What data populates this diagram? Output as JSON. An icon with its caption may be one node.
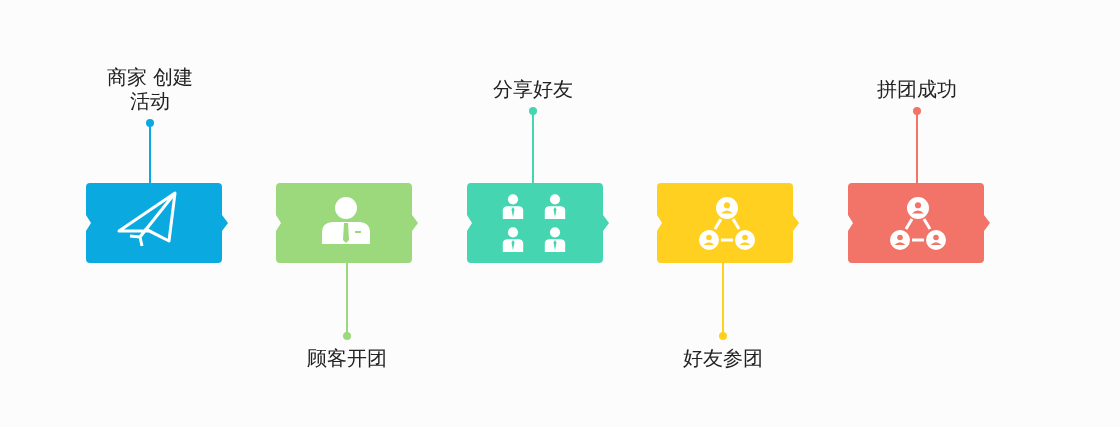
{
  "diagram": {
    "nodes": [
      {
        "text": [
          "商家 创建活动"
        ]
      },
      {
        "text": [],
        "shape": "box"
      },
      {
        "text": [
          "顾客开团"
        ]
      },
      {
        "text": [],
        "shape": "box"
      },
      {
        "text": [
          "分享好友"
        ]
      },
      {
        "text": [],
        "shape": "box"
      },
      {
        "text": [
          "好友参团"
        ]
      },
      {
        "text": [],
        "shape": "box"
      },
      {
        "text": [
          "拼团成功"
        ]
      },
      {
        "text": [],
        "shape": "box"
      }
    ],
    "edges": [
      {
        "from": 0,
        "to": 1,
        "arrow": "other",
        "color": "#0aa9e0"
      },
      {
        "from": 2,
        "to": 3,
        "arrow": "other",
        "color": "#9bd97c"
      },
      {
        "from": 4,
        "to": 5,
        "arrow": "other",
        "color": "#45d5b0"
      },
      {
        "from": 6,
        "to": 7,
        "arrow": "other",
        "color": "#ffd020"
      },
      {
        "from": 8,
        "to": 9,
        "arrow": "other",
        "color": "#f27367"
      }
    ]
  }
}
